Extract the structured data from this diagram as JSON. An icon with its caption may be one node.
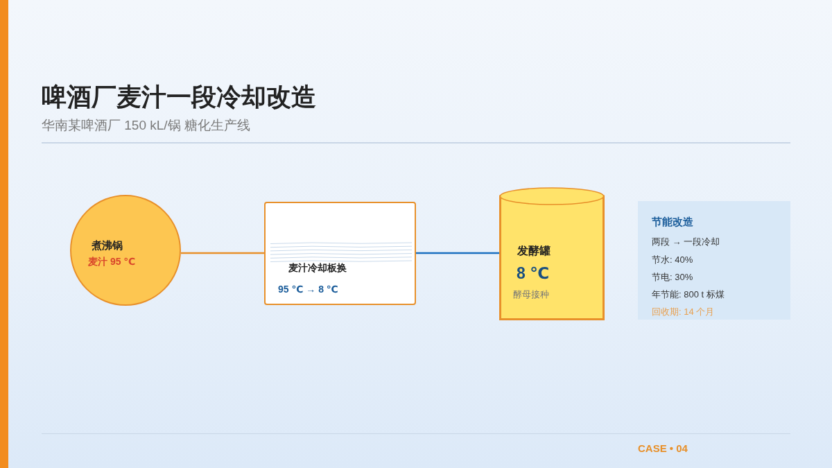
{
  "diagram": {
    "title": "啤酒厂麦汁一段冷却改造",
    "nodes": [
      {
        "text": [
          "煮沸锅",
          "麦汁 95 ℃"
        ]
      },
      {
        "text": [
          "麦汁冷却板换",
          "95 ℃ → 8 ℃"
        ]
      },
      {
        "text": [
          "发酵罐",
          "8 ℃",
          "酵母接种"
        ]
      },
      {
        "text": [
          "节能改造",
          "两段 → 一段冷却",
          "节水: 40%",
          "节电: 30%",
          "年节能: 800 t 标煤",
          "回收期: 14 个月"
        ]
      }
    ],
    "edges": [
      {
        "from": 0,
        "to": 1,
        "arrow": "none",
        "color": "#e8902a"
      },
      {
        "from": 1,
        "to": 2,
        "arrow": "none",
        "color": "#1a6fc0"
      }
    ],
    "labels": [
      "华南某啤酒厂 150 kL/锅 糖化生产线",
      "CASE • 04"
    ]
  }
}
